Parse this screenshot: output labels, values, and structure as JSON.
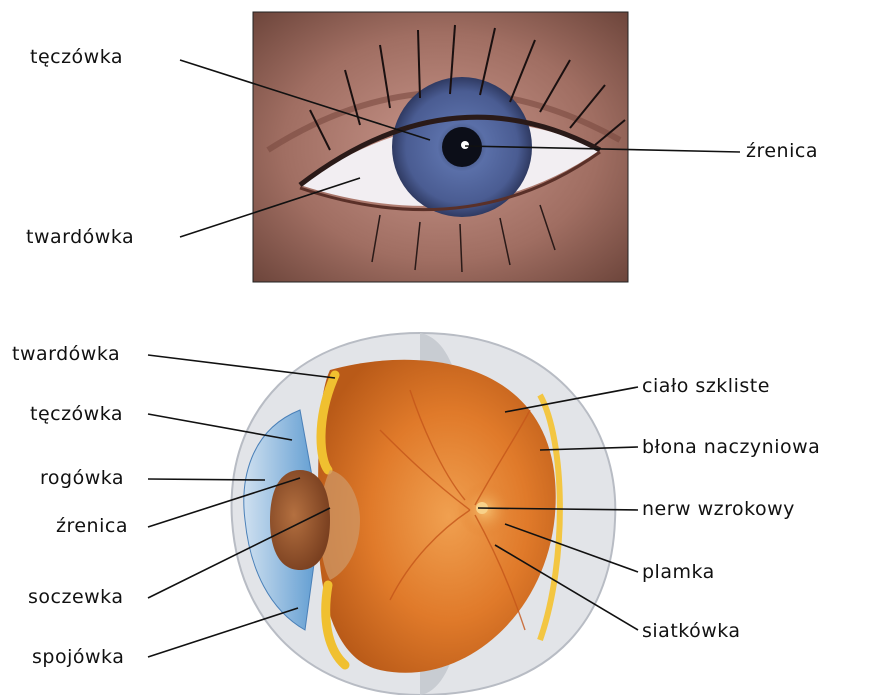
{
  "top_diagram": {
    "labels": {
      "iris": "tęczówka",
      "pupil": "źrenica",
      "sclera": "twardówka"
    }
  },
  "bottom_diagram": {
    "left_labels": {
      "sclera": "twardówka",
      "iris": "tęczówka",
      "cornea": "rogówka",
      "pupil": "źrenica",
      "lens": "soczewka",
      "conjunctiva": "spojówka"
    },
    "right_labels": {
      "vitreous": "ciało szkliste",
      "choroid": "błona naczyniowa",
      "optic_nerve": "nerw wzrokowy",
      "macula": "plamka",
      "retina": "siatkówka"
    }
  },
  "colors": {
    "eyeball_orange": "#e07a2a",
    "lens_brown": "#9a5a2a",
    "iris_blue": "#6fa8d8",
    "skin": "#a8756a"
  }
}
